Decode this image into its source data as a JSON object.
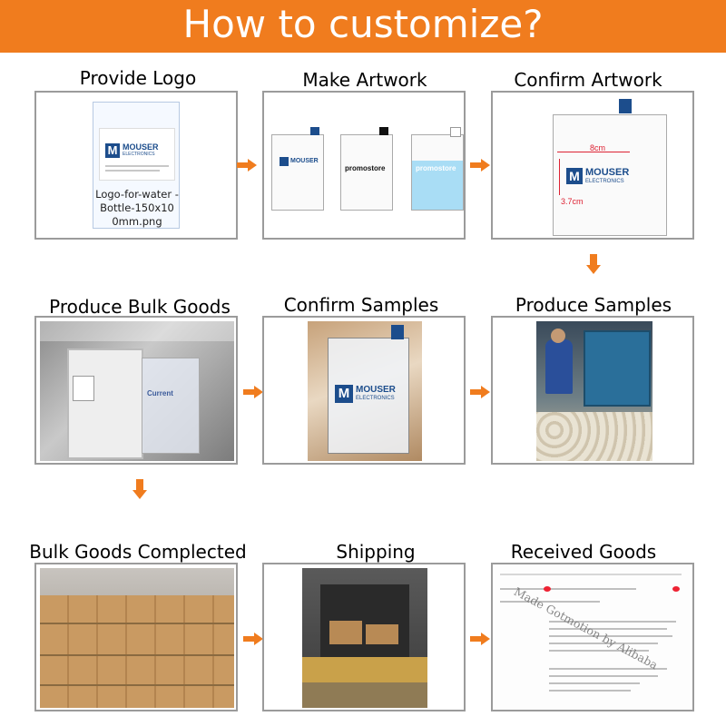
{
  "banner": {
    "title": "How to customize?"
  },
  "steps": {
    "provide_logo": {
      "title": "Provide Logo",
      "filename": "Logo-for-water -Bottle-150x10 0mm.png",
      "logo_text": "MOUSER",
      "logo_sub": "ELECTRONICS"
    },
    "make_artwork": {
      "title": "Make Artwork",
      "brand_a": "MOUSER",
      "brand_b": "promostore",
      "brand_c": "promostore"
    },
    "confirm_artwork": {
      "title": "Confirm Artwork",
      "width_dim": "8cm",
      "height_dim": "3.7cm",
      "logo_text": "MOUSER",
      "logo_sub": "ELECTRONICS"
    },
    "produce_bulk": {
      "title": "Produce Bulk Goods",
      "brand": "Current"
    },
    "confirm_samples": {
      "title": "Confirm Samples",
      "logo_text": "MOUSER",
      "logo_sub": "ELECTRONICS"
    },
    "produce_samples": {
      "title": "Produce Samples"
    },
    "bulk_completed": {
      "title": "Bulk Goods Complected"
    },
    "shipping": {
      "title": "Shipping"
    },
    "received_goods": {
      "title": "Received Goods",
      "watermark": "Made Gotmotion by Alibaba"
    }
  },
  "colors": {
    "accent": "#f07c1e",
    "border": "#9b9b9b",
    "mouser_blue": "#1c4d8c"
  }
}
